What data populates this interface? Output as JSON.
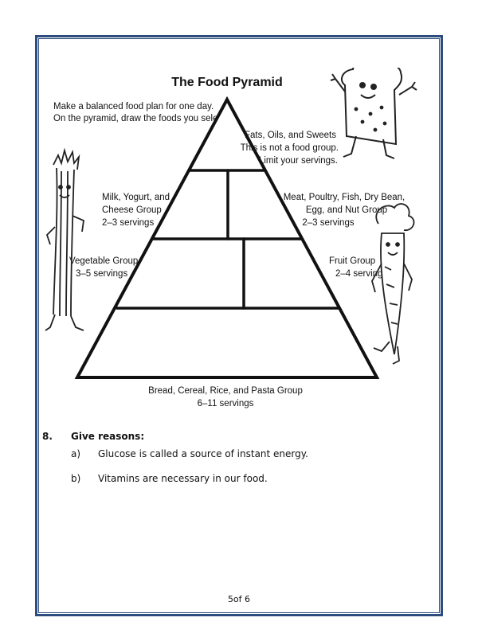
{
  "worksheet": {
    "title": "The Food Pyramid",
    "instructions": [
      "Make a balanced food plan for one day.",
      "On the pyramid, draw the foods you select."
    ],
    "groups": {
      "fats": [
        "Fats, Oils, and Sweets",
        "This is not a food group.",
        "Limit your servings."
      ],
      "milk": [
        "Milk, Yogurt, and",
        "Cheese Group",
        "2–3 servings"
      ],
      "meat": [
        "Meat, Poultry, Fish, Dry Bean,",
        "Egg, and Nut Group",
        "2–3 servings"
      ],
      "vegetable": [
        "Vegetable Group",
        "3–5 servings"
      ],
      "fruit": [
        "Fruit Group",
        "2–4 servings"
      ],
      "bread": [
        "Bread, Cereal, Rice, and Pasta Group",
        "6–11 servings"
      ]
    }
  },
  "question": {
    "number": "8.",
    "heading": "Give reasons:",
    "items": [
      {
        "letter": "a)",
        "text": "Glucose is called a source of instant energy."
      },
      {
        "letter": "b)",
        "text": "Vitamins are necessary in our food."
      }
    ]
  },
  "footer": {
    "page": "5of 6"
  }
}
